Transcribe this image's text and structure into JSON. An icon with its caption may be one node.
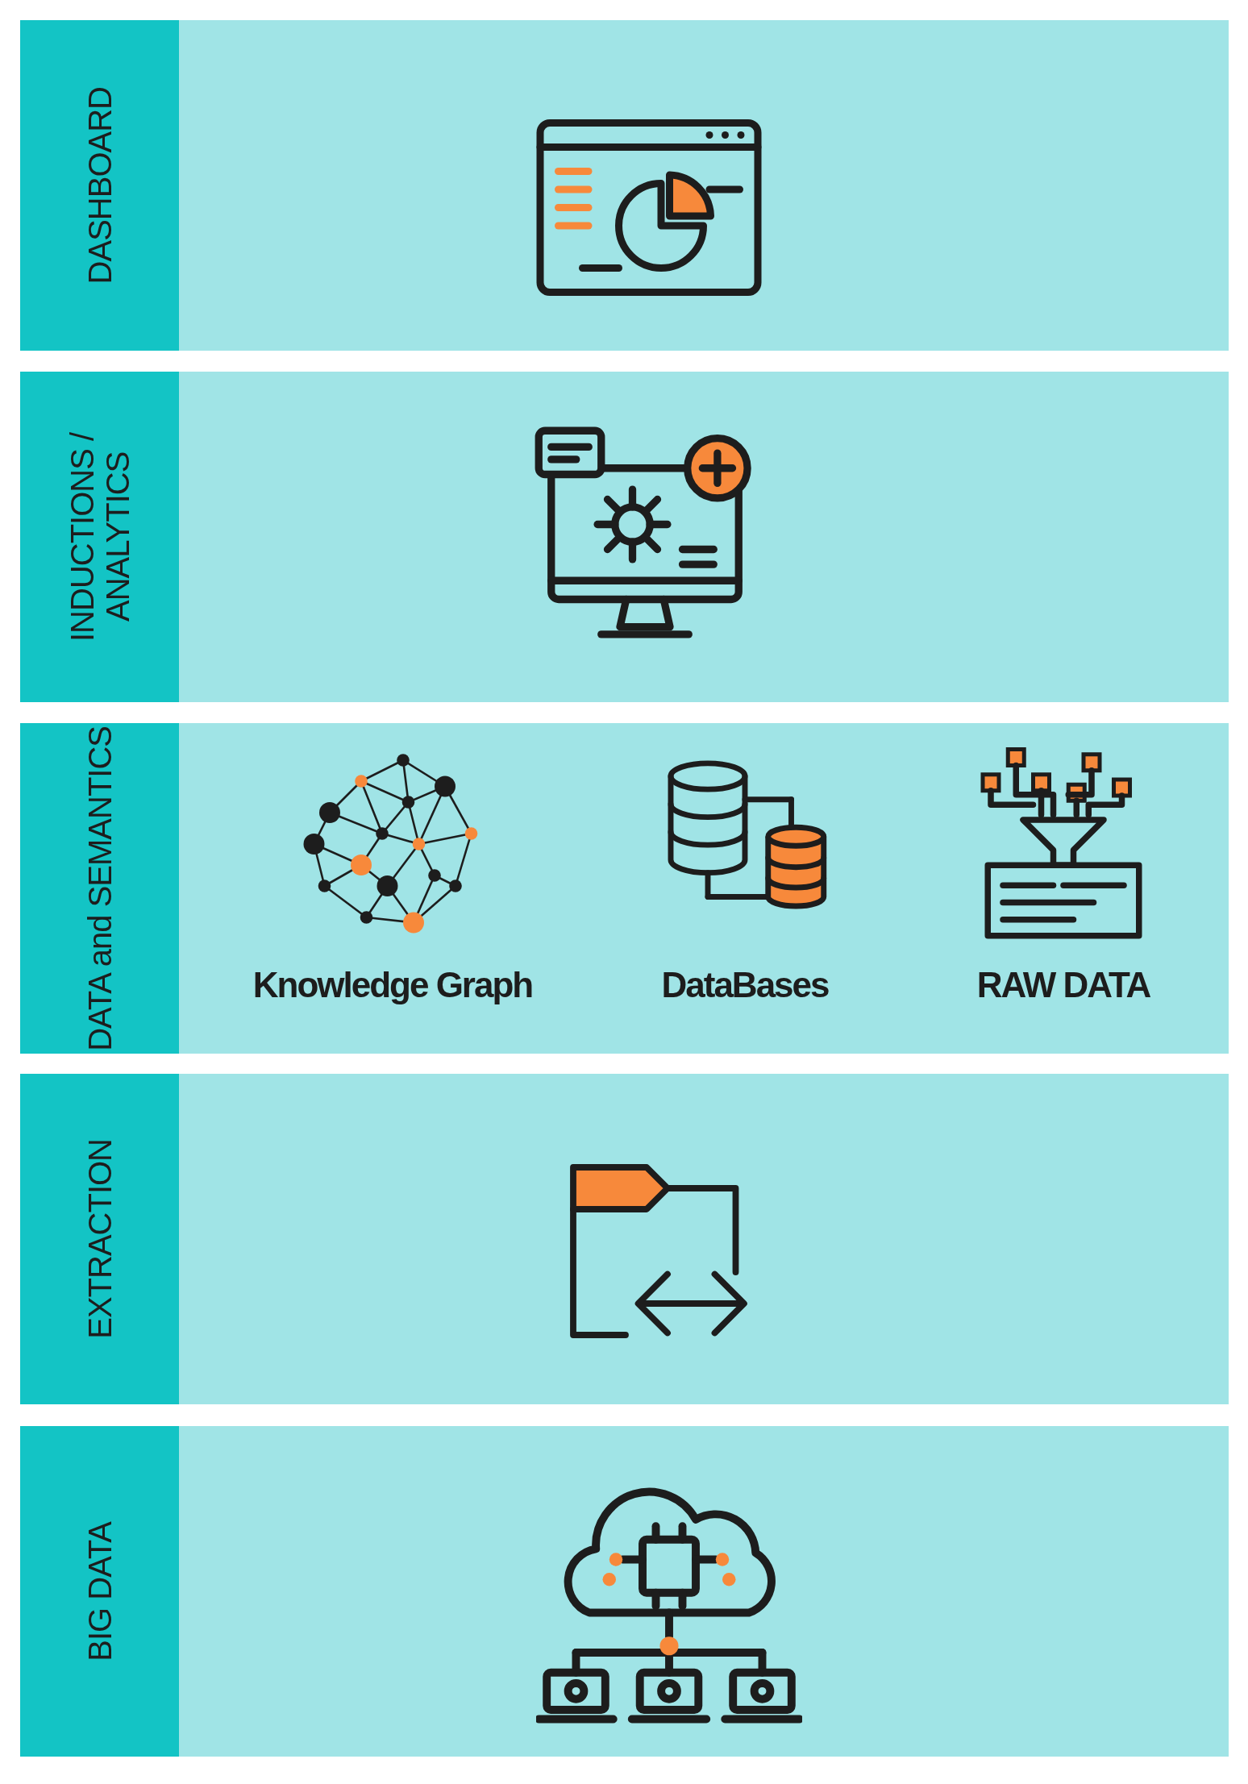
{
  "diagram": {
    "nodes": [
      {
        "text": [
          "DASHBOARD"
        ]
      },
      {
        "text": [
          "INDUCTIONS / ANALYTICS"
        ]
      },
      {
        "text": [
          "DATA and SEMANTICS"
        ]
      },
      {
        "text": [
          "Knowledge Graph"
        ],
        "in": 2
      },
      {
        "text": [
          "DataBases"
        ],
        "in": 2
      },
      {
        "text": [
          "RAW DATA"
        ],
        "in": 2
      },
      {
        "text": [
          "EXTRACTION"
        ]
      },
      {
        "text": [
          "BIG DATA"
        ]
      }
    ],
    "edges": []
  }
}
